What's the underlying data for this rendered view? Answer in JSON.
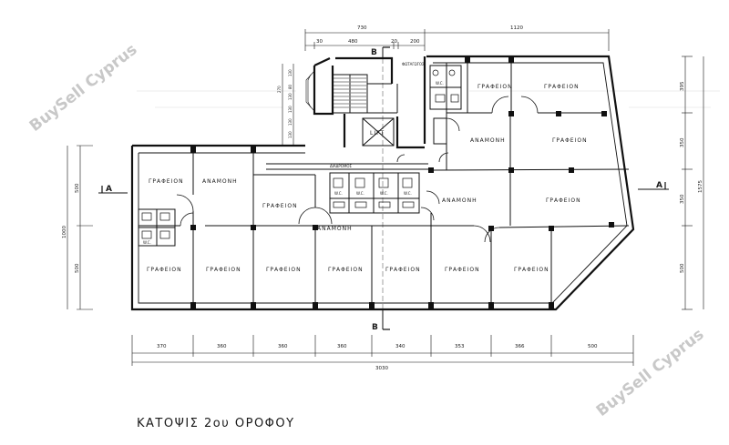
{
  "title": "ΚΑΤΟΨΙΣ 2ου ΟΡΟΦΟΥ",
  "watermark": "BuySell Cyprus",
  "sections": [
    "A",
    "A",
    "B",
    "B"
  ],
  "rooms": {
    "office": "ΓΡΑΦΕΙΟΝ",
    "waiting": "ΑΝΑΜΟΝΗ",
    "lift": "LIFT",
    "wc": "W.C."
  },
  "labels": {
    "corridor": "ΔΙΑΔΡΟΜΟΣ",
    "duct": "ΦΩΤΑΓΩΓΟΣ"
  },
  "dimensions": {
    "top": [
      "730",
      "1120",
      "30",
      "480",
      "20",
      "200"
    ],
    "bottom": [
      "370",
      "360",
      "360",
      "360",
      "340",
      "353",
      "366",
      "500"
    ],
    "bottom_total": "3030",
    "left": [
      "500",
      "1000",
      "500"
    ],
    "right": [
      "395",
      "350",
      "350",
      "500",
      "1575"
    ],
    "stair": [
      "270",
      "130",
      "80",
      "130",
      "130",
      "130",
      "130"
    ]
  }
}
